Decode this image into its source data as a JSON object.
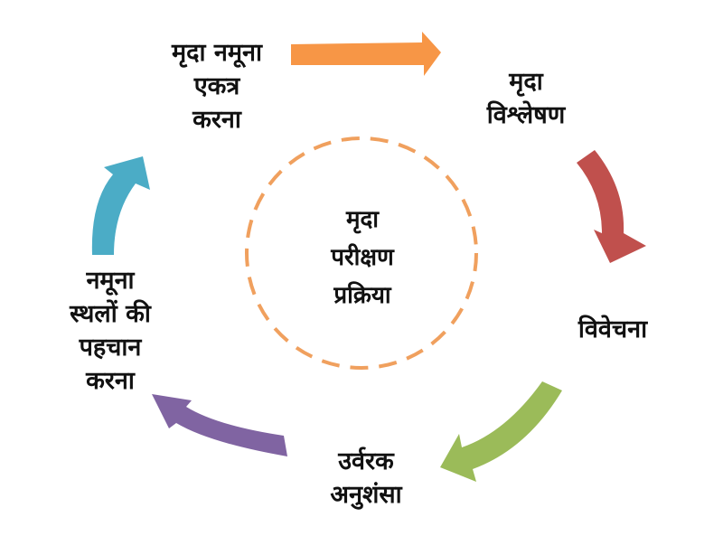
{
  "center": {
    "lines": [
      "मृदा",
      "परीक्षण",
      "प्रक्रिया"
    ],
    "ring_color": "#F0A05E"
  },
  "steps": [
    {
      "lines": [
        "मृदा नमूना",
        "एकत्र",
        "करना"
      ],
      "arrow_color": "#F79646"
    },
    {
      "lines": [
        "मृदा",
        "विश्लेषण"
      ],
      "arrow_color": "#C0504D"
    },
    {
      "lines": [
        "विवेचना"
      ],
      "arrow_color": "#9BBB59"
    },
    {
      "lines": [
        "उर्वरक",
        "अनुशंसा"
      ],
      "arrow_color": "#8064A2"
    },
    {
      "lines": [
        "नमूना",
        "स्थलों की",
        "पहचान",
        "करना"
      ],
      "arrow_color": "#4BACC6"
    }
  ]
}
